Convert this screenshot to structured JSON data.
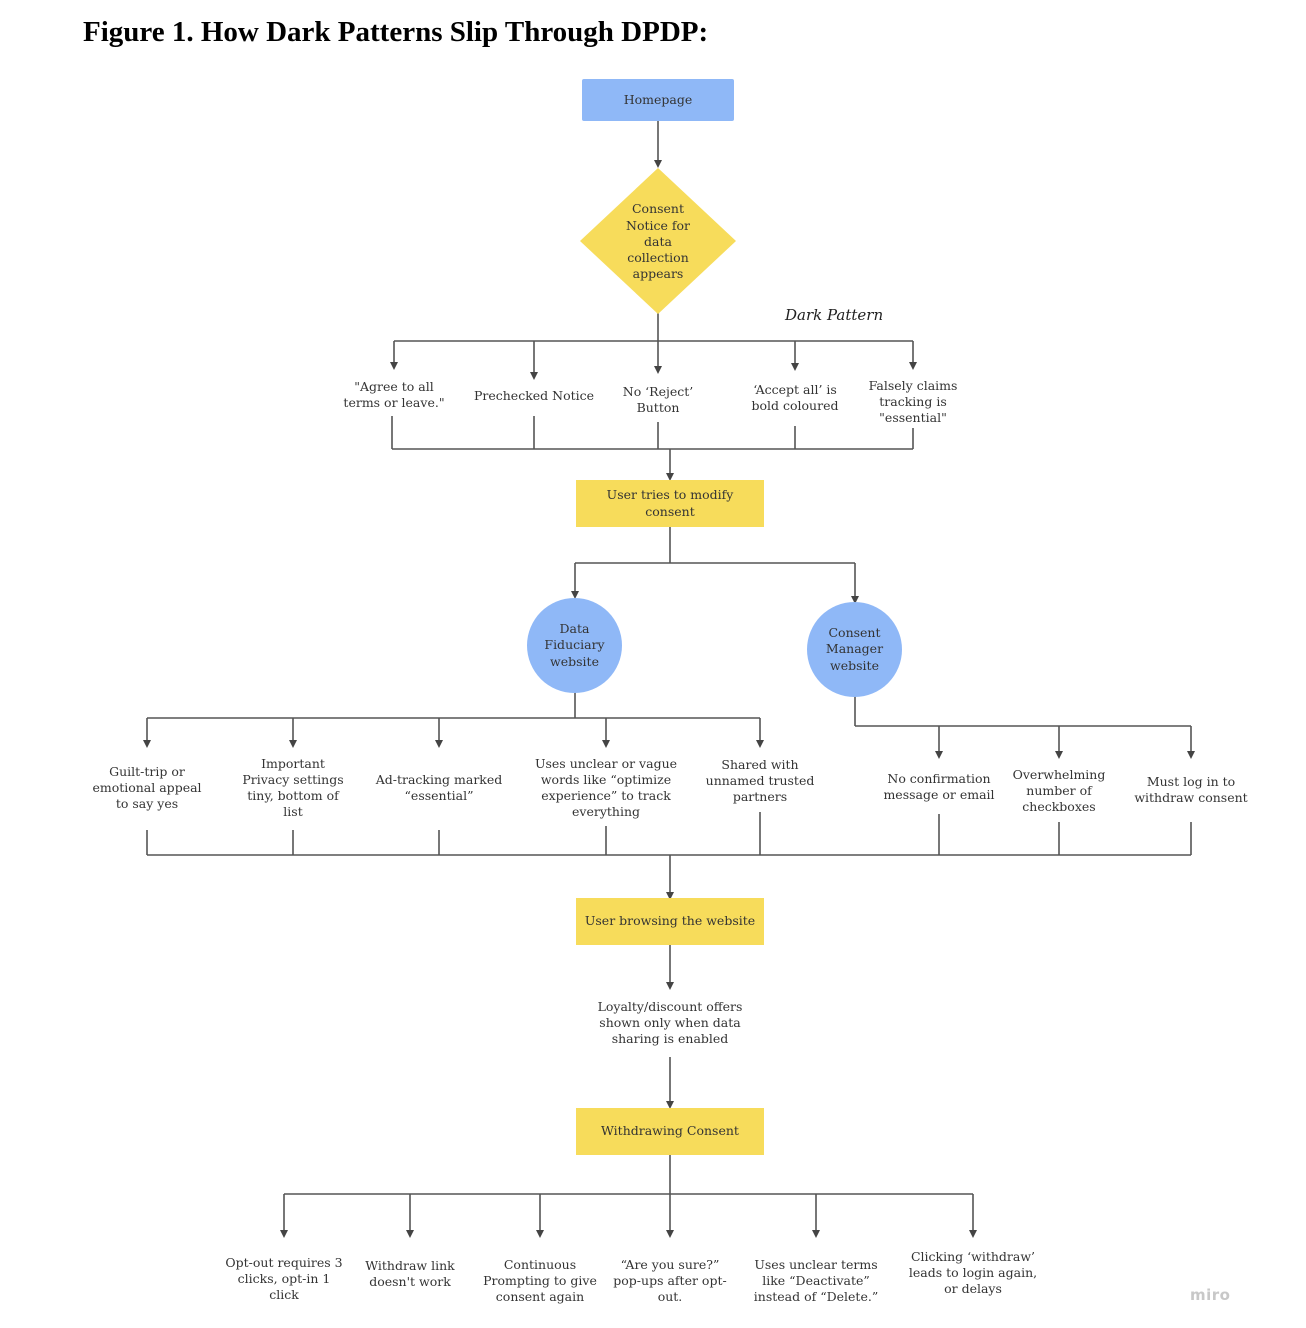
{
  "figure": {
    "title": "Figure 1. How Dark Patterns Slip Through DPDP:"
  },
  "colors": {
    "blue_node": "#8fb8f7",
    "yellow_node": "#f7dc5b",
    "connector": "#555555"
  },
  "dark_pattern_label": "Dark Pattern",
  "nodes": {
    "homepage": "Homepage",
    "consent_notice": "Consent Notice for data collection appears",
    "patterns_1": [
      "\"Agree to all terms or leave.\"",
      "Prechecked Notice",
      "No ‘Reject’ Button",
      "‘Accept all’ is bold coloured",
      "Falsely claims tracking is \"essential\""
    ],
    "modify_consent": "User tries to modify consent",
    "data_fiduciary": "Data Fiduciary website",
    "consent_manager": "Consent Manager website",
    "fiduciary_patterns": [
      "Guilt-trip or emotional appeal to say yes",
      "Important Privacy settings tiny, bottom of list",
      "Ad-tracking marked “essential”",
      "Uses unclear or vague words like “optimize experience” to track everything",
      "Shared with unnamed trusted partners"
    ],
    "manager_patterns": [
      "No confirmation message or email",
      "Overwhelming number of checkboxes",
      "Must log in to withdraw consent"
    ],
    "browsing": "User browsing the website",
    "loyalty": "Loyalty/discount offers shown only when data sharing is enabled",
    "withdrawing": "Withdrawing Consent",
    "withdraw_patterns": [
      "Opt-out requires 3 clicks, opt-in 1 click",
      "Withdraw link doesn't work",
      "Continuous Prompting to give consent again",
      "“Are you sure?” pop-ups after opt-out.",
      "Uses unclear terms like “Deactivate” instead of “Delete.”",
      "Clicking ‘withdraw’ leads to login again, or delays"
    ]
  },
  "watermark": "miro"
}
